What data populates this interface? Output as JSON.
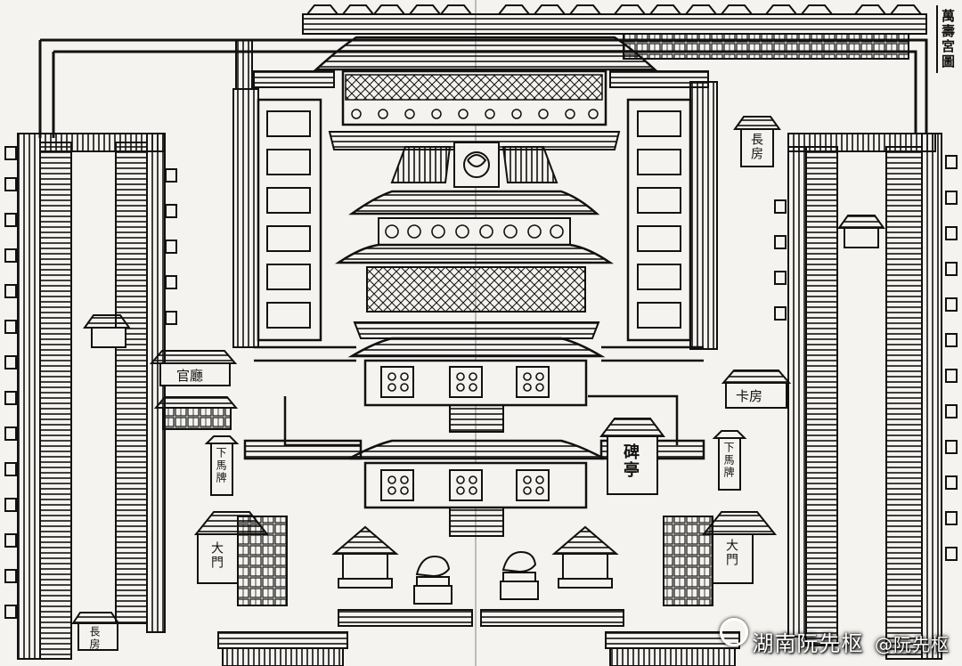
{
  "title": "萬壽宮圖",
  "labels": {
    "gongting": "官廳",
    "kafang": "卡房",
    "beiting": "碑亭",
    "changfang": "長房",
    "xiama_left": "下馬牌",
    "xiama_right": "下馬牌",
    "left_gate": "大門",
    "right_gate": "大門",
    "corner_left": "長房"
  },
  "watermark": "湖南阮先枢",
  "watermark_handle": "@阮先枢",
  "colors": {
    "ink": "#111111",
    "paper": "#f4f3ef"
  }
}
